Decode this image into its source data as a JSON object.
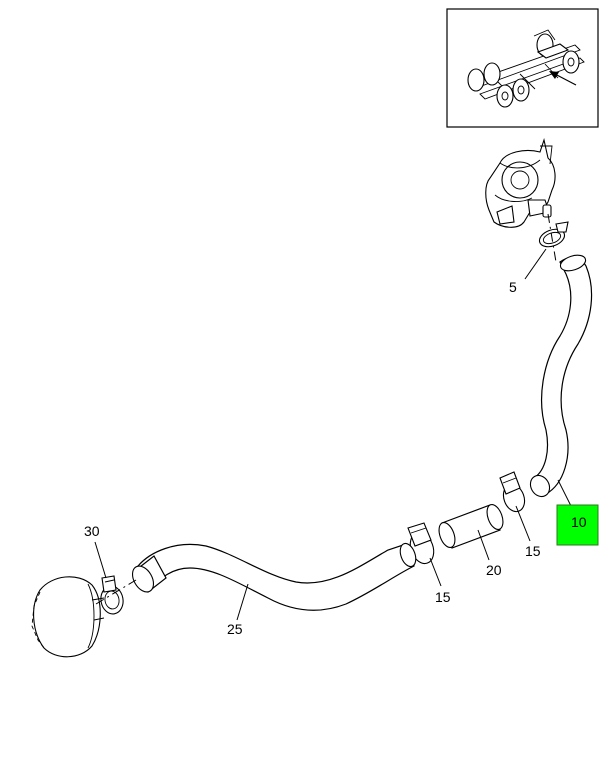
{
  "callouts": {
    "c5": "5",
    "c10": "10",
    "c15a": "15",
    "c15b": "15",
    "c20": "20",
    "c25": "25",
    "c30": "30"
  },
  "colors": {
    "highlight": "#00ff00",
    "line": "#000000",
    "background": "#ffffff"
  },
  "highlighted_callout": "10"
}
